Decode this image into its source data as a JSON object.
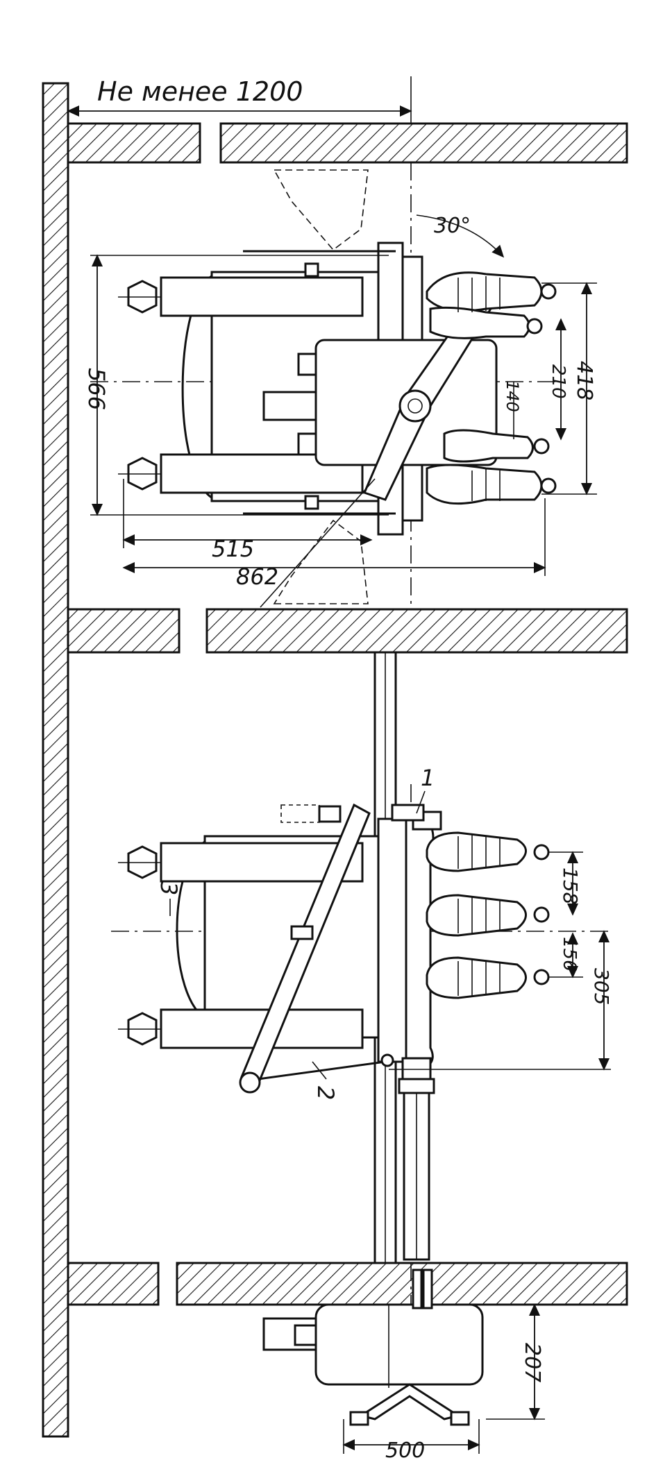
{
  "dimensions": {
    "min_distance": "Не менее 1200",
    "angle": "30°",
    "d566": "566",
    "d515": "515",
    "d862": "862",
    "d418": "418",
    "d210": "210",
    "d140": "140",
    "d158": "158",
    "d156": "156",
    "d305": "305",
    "d207": "207",
    "d500": "500"
  },
  "callouts": {
    "c1": "1",
    "c2": "2",
    "c3": "3"
  },
  "colors": {
    "ink": "#111111",
    "paper": "#ffffff"
  }
}
